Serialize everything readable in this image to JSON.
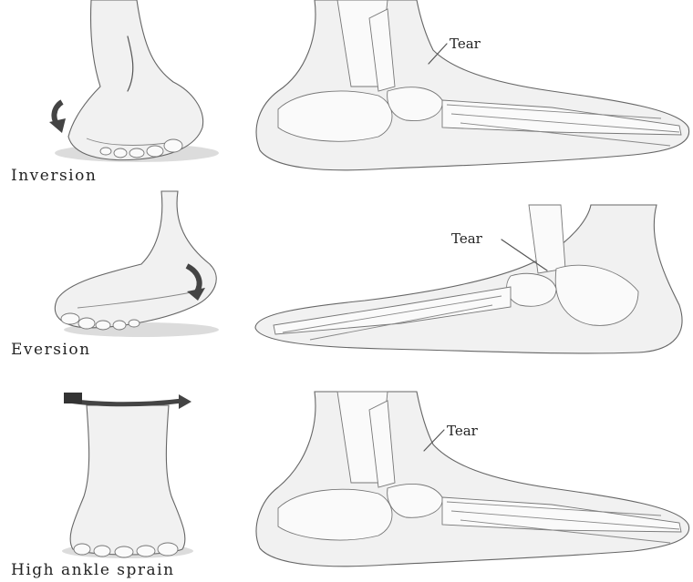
{
  "rows": [
    {
      "label": "Inversion",
      "callout": "Tear"
    },
    {
      "label": "Eversion",
      "callout": "Tear"
    },
    {
      "label": "High ankle sprain",
      "callout": "Tear"
    }
  ],
  "icons": {
    "row1_arrow": "curved-inversion-arrow-icon",
    "row2_arrow": "curved-eversion-arrow-icon",
    "row3_arrow": "rotation-band-arrow-icon"
  }
}
